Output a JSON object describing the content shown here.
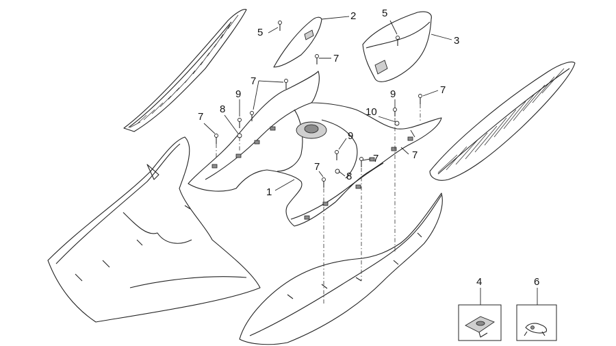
{
  "callouts": {
    "c1": "1",
    "c2": "2",
    "c3": "3",
    "c4": "4",
    "c5a": "5",
    "c5b": "5",
    "c6": "6",
    "c7a": "7",
    "c7b": "7",
    "c7c": "7",
    "c7d": "7",
    "c7e": "7",
    "c7f": "7",
    "c7g": "7",
    "c8a": "8",
    "c8b": "8",
    "c9a": "9",
    "c9b": "9",
    "c9c": "9",
    "c10": "10"
  }
}
